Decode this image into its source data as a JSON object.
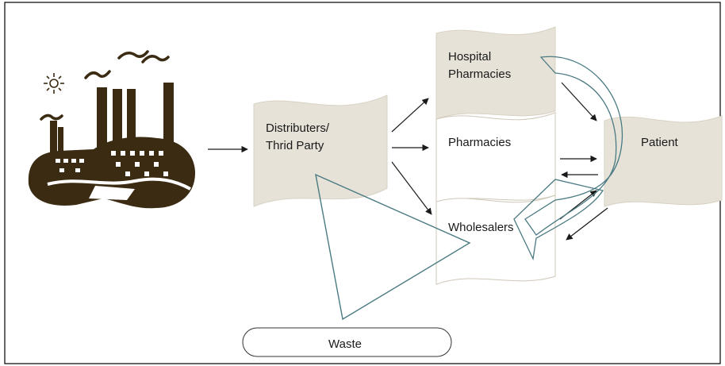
{
  "diagram": {
    "nodes": {
      "manufacturer": {
        "icon": "factory-icon"
      },
      "distributors": {
        "line1": "Distributers/",
        "line2": "Thrid Party"
      },
      "hospital_pharmacies": {
        "line1": "Hospital",
        "line2": "Pharmacies"
      },
      "pharmacies": {
        "label": "Pharmacies"
      },
      "wholesalers": {
        "label": "Wholesalers"
      },
      "patient": {
        "label": "Patient"
      },
      "waste": {
        "label": "Waste"
      }
    },
    "colors": {
      "shaded_box": "#e6e2d8",
      "white_box": "#ffffff",
      "box_border": "#cfc8b8",
      "return_loop": "#4a7a82",
      "arrow": "#1a1a1a",
      "factory": "#3b2b12",
      "frame": "#000000"
    }
  }
}
